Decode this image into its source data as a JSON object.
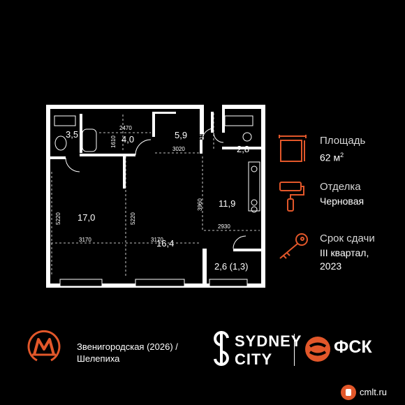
{
  "plan": {
    "rooms": [
      {
        "id": "bath",
        "label": "3,5"
      },
      {
        "id": "hall",
        "label": "4,0"
      },
      {
        "id": "corridor",
        "label": "5,9"
      },
      {
        "id": "wc",
        "label": "2,8"
      },
      {
        "id": "bedroom1",
        "label": "17,0"
      },
      {
        "id": "bedroom2",
        "label": "16,4"
      },
      {
        "id": "kitchen",
        "label": "11,9"
      },
      {
        "id": "balcony",
        "label": "2,6 (1,3)"
      }
    ],
    "dimensions": [
      "2470",
      "1610",
      "3020",
      "2170",
      "3960",
      "5220",
      "5220",
      "3170",
      "3170",
      "2930"
    ]
  },
  "info": {
    "area": {
      "title": "Площадь",
      "value": "62 м",
      "superscript": "2"
    },
    "finish": {
      "title": "Отделка",
      "value": "Черновая"
    },
    "deadline": {
      "title": "Срок сдачи",
      "value_line1": "III квартал,",
      "value_line2": "2023"
    }
  },
  "accent_color": "#e2572a",
  "metro": {
    "icon": "metro-m-icon",
    "station_line1": "Звенигородская (2026) /",
    "station_line2": "Шелепиха"
  },
  "brand": {
    "project_line1": "SYDNEY",
    "project_line2": "CITY",
    "developer": "ФСК"
  },
  "watermark": "cmlt.ru"
}
